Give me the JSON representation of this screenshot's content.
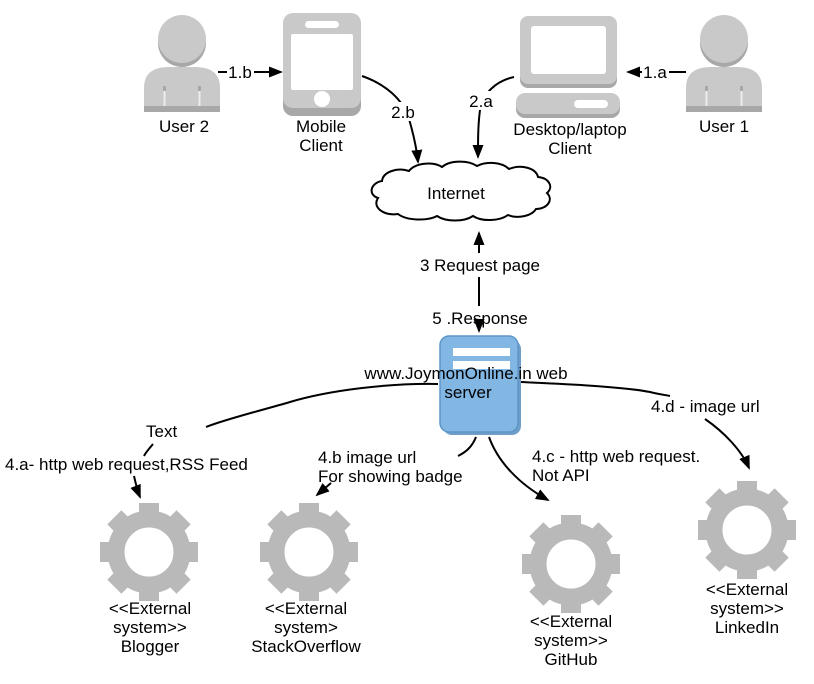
{
  "colors": {
    "icon_gray": "#c9c9c9",
    "icon_gray_dark": "#a8a8a8",
    "gear_gray": "#b9b9b9",
    "server_blue": "#82b6e3",
    "server_border": "#5e96c8",
    "server_shadow": "#6f9fc9",
    "line_black": "#000000",
    "background": "#ffffff"
  },
  "nodes": {
    "user2": {
      "label": "User 2"
    },
    "mobile_client": {
      "label_lines": [
        "Mobile",
        "Client"
      ]
    },
    "desktop_client": {
      "label_lines": [
        "Desktop/laptop",
        "Client"
      ]
    },
    "user1": {
      "label": "User 1"
    },
    "internet": {
      "label": "Internet"
    },
    "web_server": {
      "label_lines": [
        "www.JoymonOnline.in web",
        "server"
      ]
    },
    "blogger": {
      "label_lines": [
        "<<External",
        "system>>",
        "Blogger"
      ]
    },
    "stackoverflow": {
      "label_lines": [
        "<<External",
        "system>",
        "StackOverflow"
      ]
    },
    "github": {
      "label_lines": [
        "<<External",
        "system>>",
        "GitHub"
      ]
    },
    "linkedin": {
      "label_lines": [
        "<<External",
        "system>>",
        "LinkedIn"
      ]
    }
  },
  "edges": {
    "user2_to_mobile": {
      "label": "1.b"
    },
    "user1_to_desktop": {
      "label": "1.a"
    },
    "mobile_to_internet": {
      "label": "2.b"
    },
    "desktop_to_internet": {
      "label": "2.a"
    },
    "internet_request": {
      "label": "3 Request page"
    },
    "server_response": {
      "label": "5 .Response"
    },
    "server_to_blogger": {
      "label": "Text",
      "label2": "4.a- http web request,RSS Feed"
    },
    "server_to_stackoverflow": {
      "label_lines": [
        "4.b image url",
        "For showing badge"
      ]
    },
    "server_to_github": {
      "label_lines": [
        "4.c - http web request.",
        "Not API"
      ]
    },
    "server_to_linkedin": {
      "label": "4.d - image url"
    }
  }
}
